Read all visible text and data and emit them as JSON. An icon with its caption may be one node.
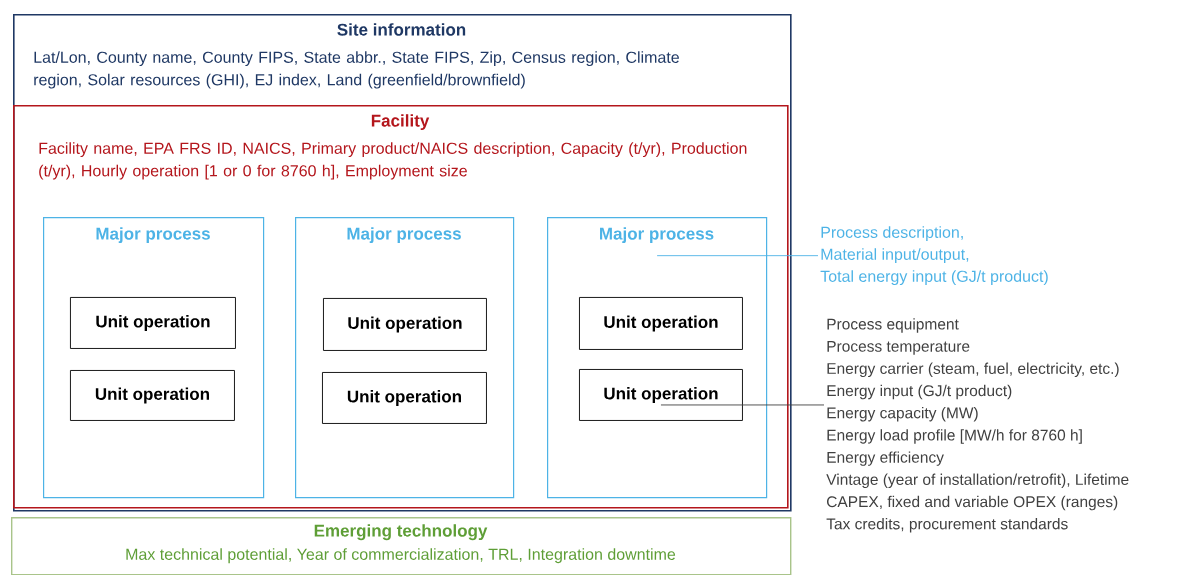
{
  "diagram": {
    "nodes": [
      {
        "text": [
          "Site information",
          "Lat/Lon, County name, County FIPS, State abbr., State FIPS, Zip, Census region, Climate region, Solar resources (GHI), EJ index, Land (greenfield/brownfield)"
        ]
      },
      {
        "text": [
          "Facility",
          "Facility name, EPA FRS ID, NAICS, Primary product/NAICS description, Capacity (t/yr), Production (t/yr), Hourly operation [1 or 0 for 8760 h], Employment size"
        ],
        "in": 0
      },
      {
        "text": [
          "Major process"
        ],
        "in": 1
      },
      {
        "text": [
          "Unit operation"
        ],
        "in": 2
      },
      {
        "text": [
          "Unit operation"
        ],
        "in": 2
      },
      {
        "text": [
          "Major process"
        ],
        "in": 1
      },
      {
        "text": [
          "Unit operation"
        ],
        "in": 5
      },
      {
        "text": [
          "Unit operation"
        ],
        "in": 5
      },
      {
        "text": [
          "Major process"
        ],
        "in": 1
      },
      {
        "text": [
          "Unit operation"
        ],
        "in": 8
      },
      {
        "text": [
          "Unit operation"
        ],
        "in": 8
      },
      {
        "text": [
          "Process description,",
          "Material input/output,",
          "Total energy input (GJ/t product)"
        ]
      },
      {
        "text": [
          "Process equipment",
          "Process temperature",
          "Energy carrier (steam, fuel, electricity, etc.)",
          "Energy input (GJ/t product)",
          "Energy capacity (MW)",
          "Energy load profile [MW/h for 8760 h]",
          "Energy efficiency",
          "Vintage (year of installation/retrofit), Lifetime",
          "CAPEX, fixed and variable OPEX (ranges)",
          "Tax credits, procurement standards"
        ]
      },
      {
        "text": [
          "Emerging technology",
          "Max technical potential, Year of commercialization, TRL, Integration downtime"
        ]
      }
    ],
    "edges": [
      {
        "from": 11,
        "to": 8,
        "arrow": "none",
        "color": "#4db3e6"
      },
      {
        "from": 12,
        "to": 10,
        "arrow": "none",
        "color": "#404040"
      }
    ]
  }
}
